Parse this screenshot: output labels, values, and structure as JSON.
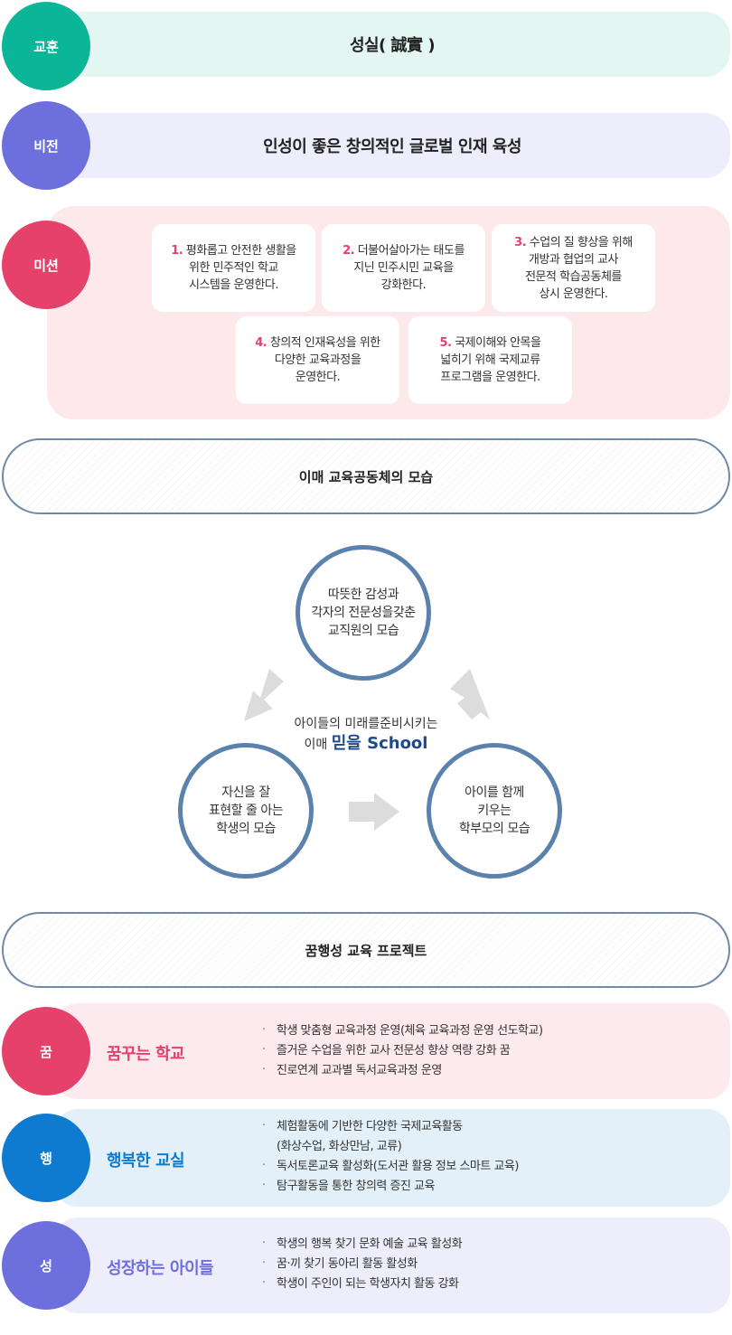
{
  "motto": {
    "label": "교훈",
    "text": "성실( 誠實 )",
    "color": "#0bb597"
  },
  "vision": {
    "label": "비전",
    "text": "인성이 좋은 창의적인 글로벌 인재 육성",
    "color": "#6d6fdc"
  },
  "mission": {
    "label": "미션",
    "color": "#e5416a",
    "items": [
      {
        "num": "1.",
        "text": "평화롭고 안전한 생활을\n위한 민주적인 학교\n시스템을 운영한다."
      },
      {
        "num": "2.",
        "text": "더불어살아가는 태도를\n지닌 민주시민 교육을\n강화한다."
      },
      {
        "num": "3.",
        "text": "수업의 질 향상을 위해\n개방과 협업의 교사\n전문적 학습공동체를\n상시 운영한다."
      },
      {
        "num": "4.",
        "text": "창의적 인재육성을 위한\n다양한 교육과정을\n운영한다."
      },
      {
        "num": "5.",
        "text": "국제이해와 안목을\n넓히기 위해 국제교류\n프로그램을 운영한다."
      }
    ]
  },
  "community": {
    "heading": "이매 교육공동체의 모습",
    "teacher": "따뜻한 감성과\n각자의 전문성을갖춘\n교직원의 모습",
    "student": "자신을 잘\n표현할 줄 아는\n학생의 모습",
    "parent": "아이를 함께\n키우는\n학부모의 모습",
    "center_line1": "아이들의 미래를준비시키는",
    "center_prefix": "이매 ",
    "center_brand": "믿을 School"
  },
  "project": {
    "heading": "꿈행성 교육 프로젝트",
    "rows": [
      {
        "badge": "꿈",
        "title": "꿈꾸는 학교",
        "badge_color": "#e5416a",
        "title_color": "#e5416a",
        "bg": "#fdeaee",
        "items": [
          "학생 맞춤형 교육과정 운영(체육 교육과정 운영 선도학교)",
          "즐거운 수업을 위한 교사 전문성 향상 역량 강화 꿈",
          "진로연계 교과별 독서교육과정 운영"
        ]
      },
      {
        "badge": "행",
        "title": "행복한 교실",
        "badge_color": "#0e7ad0",
        "title_color": "#0e7ad0",
        "bg": "#e3f0fa",
        "items": [
          "체험활동에 기반한 다양한 국제교육활동\n(화상수업, 화상만남, 교류)",
          "독서토론교육 활성화(도서관 활용 정보 스마트 교육)",
          "탐구활동을 통한 창의력 증진 교육"
        ]
      },
      {
        "badge": "성",
        "title": "성장하는 아이들",
        "badge_color": "#6d6fdc",
        "title_color": "#6d6fdc",
        "bg": "#ededfb",
        "items": [
          "학생의 행복 찾기 문화 예술 교육 활성화",
          "꿈·끼 찾기 동아리 활동 활성화",
          "학생이 주인이 되는 학생자치 활동 강화"
        ]
      }
    ]
  }
}
